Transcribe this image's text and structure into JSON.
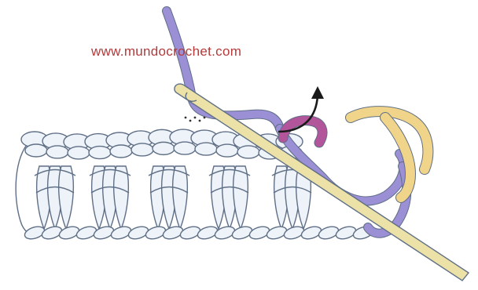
{
  "watermark": {
    "text": "www.mundocrochet.com",
    "color": "#b23a3a"
  },
  "colors": {
    "fabric_outline": "#5f6f85",
    "fabric_fill": "#eef3fa",
    "yarn_purple": "#9b8fd6",
    "yarn_magenta": "#b2559b",
    "yarn_yellow": "#f0d48a",
    "hook": "#ece1a6",
    "arrow": "#1a1a1a"
  },
  "elements": {
    "fabric_columns": 5,
    "top_chain_loops": 13,
    "bottom_chain_loops": 20
  }
}
